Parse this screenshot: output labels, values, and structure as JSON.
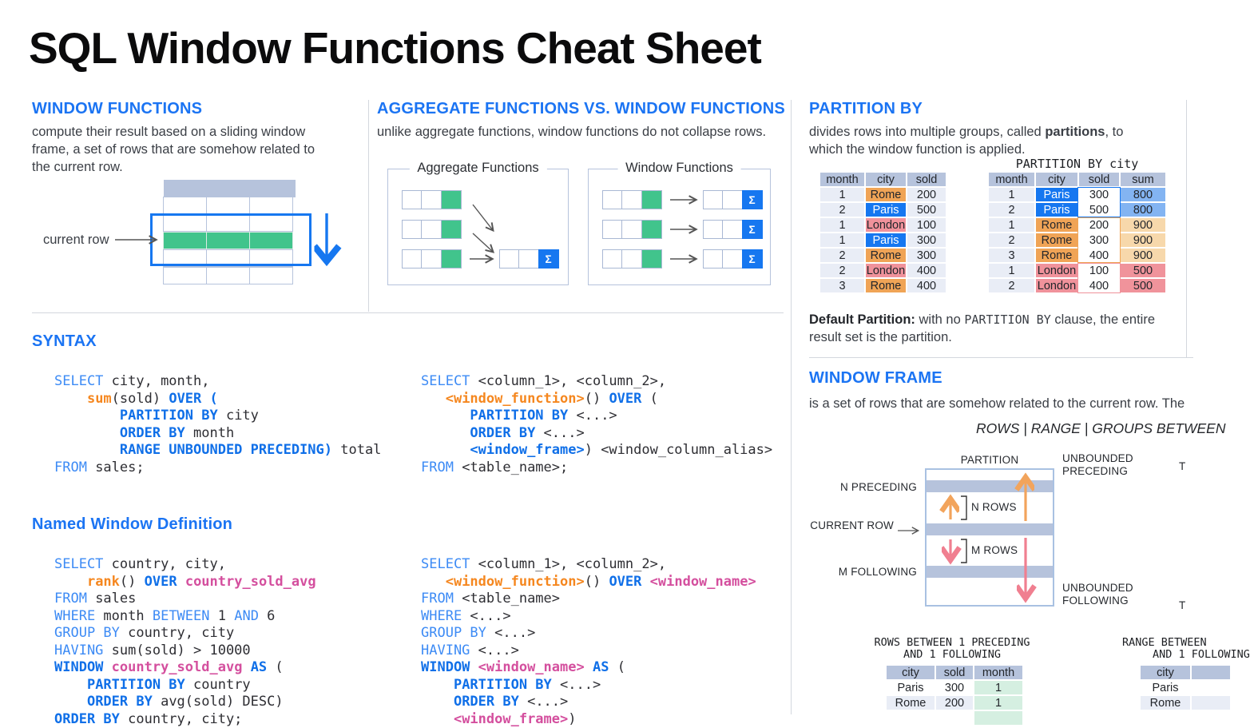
{
  "title": "SQL Window Functions Cheat Sheet",
  "palette": {
    "accent_blue": "#1b74f3",
    "code_blue": "#3d8bf5",
    "code_bold_blue": "#0f6fe8",
    "code_orange": "#f5871f",
    "code_pink": "#d44f9e",
    "table_header": "#b6c3dc",
    "row_bg": "#e9edf6",
    "rome_orange": "#f0a456",
    "paris_blue": "#1677f0",
    "london_pink": "#f0929b",
    "sum_blue": "#83b4f2",
    "sum_orange": "#f7d8ab",
    "sum_pink": "#f0939b",
    "month_green": "#d5efe1",
    "diagram_green": "#41c48c",
    "arrow_orange": "#f2a45c",
    "arrow_pink": "#f07f90"
  },
  "window_functions": {
    "heading": "WINDOW FUNCTIONS",
    "body": "compute their result based on a sliding window frame, a set of rows that are somehow related to the current row.",
    "current_row_label": "current row"
  },
  "agg_vs_window": {
    "heading": "AGGREGATE FUNCTIONS VS. WINDOW FUNCTIONS",
    "body": "unlike aggregate functions, window functions do not collapse rows.",
    "left_box_title": "Aggregate Functions",
    "right_box_title": "Window Functions",
    "sigma": "Σ"
  },
  "syntax": {
    "heading": "SYNTAX",
    "code_left": [
      [
        [
          "kw",
          "SELECT"
        ],
        [
          "t",
          " city, month,"
        ]
      ],
      [
        [
          "t",
          "    "
        ],
        [
          "fn",
          "sum"
        ],
        [
          "t",
          "(sold) "
        ],
        [
          "kwb",
          "OVER ("
        ]
      ],
      [
        [
          "t",
          "        "
        ],
        [
          "kwb",
          "PARTITION BY"
        ],
        [
          "t",
          " city"
        ]
      ],
      [
        [
          "t",
          "        "
        ],
        [
          "kwb",
          "ORDER BY"
        ],
        [
          "t",
          " month"
        ]
      ],
      [
        [
          "t",
          "        "
        ],
        [
          "kwb",
          "RANGE UNBOUNDED PRECEDING)"
        ],
        [
          "t",
          " total"
        ]
      ],
      [
        [
          "kw",
          "FROM"
        ],
        [
          "t",
          " sales;"
        ]
      ]
    ],
    "code_right": [
      [
        [
          "kw",
          "SELECT"
        ],
        [
          "t",
          " <column_1>, <column_2>,"
        ]
      ],
      [
        [
          "t",
          "   "
        ],
        [
          "fn",
          "<window_function>"
        ],
        [
          "t",
          "() "
        ],
        [
          "kwb",
          "OVER"
        ],
        [
          "t",
          " ("
        ]
      ],
      [
        [
          "t",
          "      "
        ],
        [
          "kwb",
          "PARTITION BY"
        ],
        [
          "t",
          " <...>"
        ]
      ],
      [
        [
          "t",
          "      "
        ],
        [
          "kwb",
          "ORDER BY"
        ],
        [
          "t",
          " <...>"
        ]
      ],
      [
        [
          "t",
          "      "
        ],
        [
          "kwb",
          "<window_frame>"
        ],
        [
          "t",
          ") <window_column_alias>"
        ]
      ],
      [
        [
          "kw",
          "FROM"
        ],
        [
          "t",
          " <table_name>;"
        ]
      ]
    ]
  },
  "named_window": {
    "heading": "Named Window Definition",
    "code_left": [
      [
        [
          "kw",
          "SELECT"
        ],
        [
          "t",
          " country, city,"
        ]
      ],
      [
        [
          "t",
          "    "
        ],
        [
          "fn",
          "rank"
        ],
        [
          "t",
          "() "
        ],
        [
          "kwb",
          "OVER"
        ],
        [
          "t",
          " "
        ],
        [
          "win",
          "country_sold_avg"
        ]
      ],
      [
        [
          "kw",
          "FROM"
        ],
        [
          "t",
          " sales"
        ]
      ],
      [
        [
          "kw",
          "WHERE"
        ],
        [
          "t",
          " month "
        ],
        [
          "kw",
          "BETWEEN"
        ],
        [
          "t",
          " 1 "
        ],
        [
          "kw",
          "AND"
        ],
        [
          "t",
          " 6"
        ]
      ],
      [
        [
          "kw",
          "GROUP BY"
        ],
        [
          "t",
          " country, city"
        ]
      ],
      [
        [
          "kw",
          "HAVING"
        ],
        [
          "t",
          " sum(sold) > 10000"
        ]
      ],
      [
        [
          "kwb",
          "WINDOW"
        ],
        [
          "t",
          " "
        ],
        [
          "win",
          "country_sold_avg"
        ],
        [
          "t",
          " "
        ],
        [
          "kwb",
          "AS"
        ],
        [
          "t",
          " ("
        ]
      ],
      [
        [
          "t",
          "    "
        ],
        [
          "kwb",
          "PARTITION BY"
        ],
        [
          "t",
          " country"
        ]
      ],
      [
        [
          "t",
          "    "
        ],
        [
          "kwb",
          "ORDER BY"
        ],
        [
          "t",
          " avg(sold) DESC)"
        ]
      ],
      [
        [
          "kwb",
          "ORDER BY"
        ],
        [
          "t",
          " country, city;"
        ]
      ]
    ],
    "code_right": [
      [
        [
          "kw",
          "SELECT"
        ],
        [
          "t",
          " <column_1>, <column_2>,"
        ]
      ],
      [
        [
          "t",
          "   "
        ],
        [
          "fn",
          "<window_function>"
        ],
        [
          "t",
          "() "
        ],
        [
          "kwb",
          "OVER"
        ],
        [
          "t",
          " "
        ],
        [
          "win",
          "<window_name>"
        ]
      ],
      [
        [
          "kw",
          "FROM"
        ],
        [
          "t",
          " <table_name>"
        ]
      ],
      [
        [
          "kw",
          "WHERE"
        ],
        [
          "t",
          " <...>"
        ]
      ],
      [
        [
          "kw",
          "GROUP BY"
        ],
        [
          "t",
          " <...>"
        ]
      ],
      [
        [
          "kw",
          "HAVING"
        ],
        [
          "t",
          " <...>"
        ]
      ],
      [
        [
          "kwb",
          "WINDOW"
        ],
        [
          "t",
          " "
        ],
        [
          "win",
          "<window_name>"
        ],
        [
          "t",
          " "
        ],
        [
          "kwb",
          "AS"
        ],
        [
          "t",
          " ("
        ]
      ],
      [
        [
          "t",
          "    "
        ],
        [
          "kwb",
          "PARTITION BY"
        ],
        [
          "t",
          " <...>"
        ]
      ],
      [
        [
          "t",
          "    "
        ],
        [
          "kwb",
          "ORDER BY"
        ],
        [
          "t",
          " <...>"
        ]
      ],
      [
        [
          "t",
          "    "
        ],
        [
          "win",
          "<window_frame>"
        ],
        [
          "t",
          ")"
        ]
      ]
    ]
  },
  "partition_by": {
    "heading": "PARTITION BY",
    "body_1": "divides rows into multiple groups, called ",
    "body_bold": "partitions",
    "body_2": ", to which the window function is applied.",
    "partition_label": "PARTITION BY city",
    "table_left": {
      "columns": [
        "month",
        "city",
        "sold"
      ],
      "rows": [
        [
          "1",
          {
            "t": "Rome",
            "c": "rome"
          },
          "200"
        ],
        [
          "2",
          {
            "t": "Paris",
            "c": "paris"
          },
          "500"
        ],
        [
          "1",
          {
            "t": "London",
            "c": "london"
          },
          "100"
        ],
        [
          "1",
          {
            "t": "Paris",
            "c": "paris"
          },
          "300"
        ],
        [
          "2",
          {
            "t": "Rome",
            "c": "rome"
          },
          "300"
        ],
        [
          "2",
          {
            "t": "London",
            "c": "london"
          },
          "400"
        ],
        [
          "3",
          {
            "t": "Rome",
            "c": "rome"
          },
          "400"
        ]
      ]
    },
    "table_right": {
      "columns": [
        "month",
        "city",
        "sold",
        "sum"
      ],
      "rows": [
        [
          "1",
          {
            "t": "Paris",
            "c": "paris"
          },
          {
            "t": "300",
            "c": "white"
          },
          {
            "t": "800",
            "c": "s800"
          }
        ],
        [
          "2",
          {
            "t": "Paris",
            "c": "paris"
          },
          {
            "t": "500",
            "c": "white"
          },
          {
            "t": "800",
            "c": "s800"
          }
        ],
        [
          "1",
          {
            "t": "Rome",
            "c": "rome"
          },
          {
            "t": "200",
            "c": "white"
          },
          {
            "t": "900",
            "c": "s900"
          }
        ],
        [
          "2",
          {
            "t": "Rome",
            "c": "rome"
          },
          {
            "t": "300",
            "c": "white"
          },
          {
            "t": "900",
            "c": "s900"
          }
        ],
        [
          "3",
          {
            "t": "Rome",
            "c": "rome"
          },
          {
            "t": "400",
            "c": "white"
          },
          {
            "t": "900",
            "c": "s900"
          }
        ],
        [
          "1",
          {
            "t": "London",
            "c": "london"
          },
          {
            "t": "100",
            "c": "white"
          },
          {
            "t": "500",
            "c": "s500"
          }
        ],
        [
          "2",
          {
            "t": "London",
            "c": "london"
          },
          {
            "t": "400",
            "c": "white"
          },
          {
            "t": "500",
            "c": "s500"
          }
        ]
      ]
    },
    "default_label": "Default Partition:",
    "default_mid": " with no ",
    "default_code": "PARTITION BY",
    "default_tail": " clause, the entire result set is the partition."
  },
  "window_frame": {
    "heading": "WINDOW FRAME",
    "body": "is a set of rows that are somehow related to the current row. The",
    "modes": "ROWS | RANGE | GROUPS BETWEEN",
    "partition_label": "PARTITION",
    "unbounded_preceding": "UNBOUNDED PRECEDING",
    "unbounded_following": "UNBOUNDED FOLLOWING",
    "n_preceding": "N PRECEDING",
    "current_row": "CURRENT ROW",
    "m_following": "M FOLLOWING",
    "n_rows": "N ROWS",
    "m_rows": "M ROWS",
    "right_edge_top": "T",
    "right_edge_bottom": "T",
    "example_rows": {
      "label1": "ROWS BETWEEN 1 PRECEDING",
      "label2": "AND 1 FOLLOWING",
      "table": {
        "columns": [
          "city",
          "sold",
          "month"
        ],
        "rows": [
          [
            {
              "t": "Paris",
              "c": "white"
            },
            {
              "t": "300",
              "c": "white"
            },
            {
              "t": "1",
              "c": "green"
            }
          ],
          [
            "Rome",
            "200",
            {
              "t": "1",
              "c": "green"
            }
          ],
          [
            {
              "t": "",
              "c": "white"
            },
            {
              "t": "",
              "c": "white"
            },
            {
              "t": "",
              "c": "green"
            }
          ]
        ]
      }
    },
    "example_range": {
      "label1": "RANGE BETWEEN",
      "label2": "AND 1 FOLLOWING",
      "table": {
        "columns": [
          "city",
          ""
        ],
        "rows": [
          [
            {
              "t": "Paris",
              "c": "white"
            },
            {
              "t": "",
              "c": "white"
            }
          ],
          [
            "Rome",
            ""
          ],
          [
            {
              "t": "",
              "c": "white"
            },
            {
              "t": "",
              "c": "white"
            }
          ]
        ]
      }
    }
  }
}
